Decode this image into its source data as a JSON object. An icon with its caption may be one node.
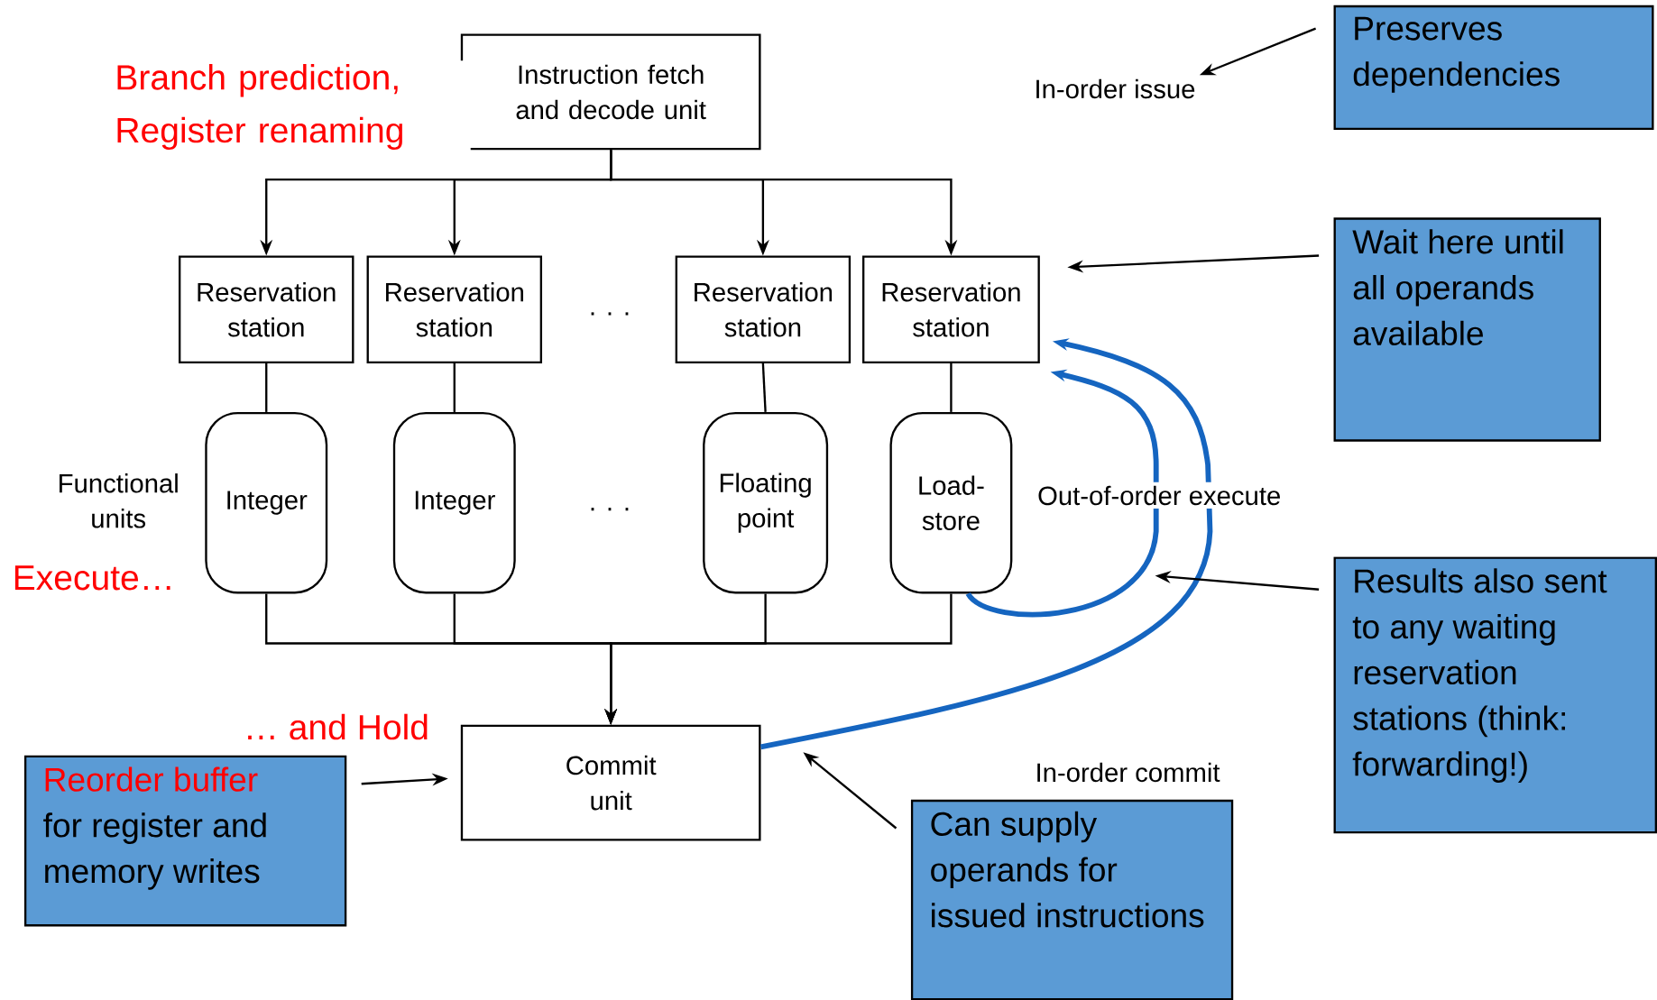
{
  "diagram": {
    "nodes": [
      {
        "text": [
          "Instruction fetch and decode unit"
        ]
      },
      {
        "text": [
          "Reservation station"
        ]
      },
      {
        "text": [
          "Reservation station"
        ]
      },
      {
        "text": [
          "Reservation station"
        ]
      },
      {
        "text": [
          "Reservation station"
        ]
      },
      {
        "text": [
          "Integer"
        ]
      },
      {
        "text": [
          "Integer"
        ]
      },
      {
        "text": [
          "Floating point"
        ]
      },
      {
        "text": [
          "Load-store"
        ]
      },
      {
        "text": [
          "Commit unit"
        ]
      },
      {
        "text": [
          "In-order issue"
        ]
      },
      {
        "text": [
          "Preserves dependencies"
        ]
      },
      {
        "text": [
          "Wait here until all operands available"
        ]
      },
      {
        "text": [
          "Results also sent to any waiting reservation stations (think: forwarding!)"
        ]
      },
      {
        "text": [
          "Reorder buffer",
          "for register and memory writes"
        ]
      },
      {
        "text": [
          "Can supply operands for issued instructions"
        ]
      }
    ],
    "edges": [
      {
        "from": 0,
        "to": 1,
        "arrow": "to"
      },
      {
        "from": 0,
        "to": 2,
        "arrow": "to"
      },
      {
        "from": 0,
        "to": 3,
        "arrow": "to"
      },
      {
        "from": 0,
        "to": 4,
        "arrow": "to"
      },
      {
        "from": 1,
        "to": 5,
        "arrow": "none"
      },
      {
        "from": 2,
        "to": 6,
        "arrow": "none"
      },
      {
        "from": 3,
        "to": 7,
        "arrow": "none"
      },
      {
        "from": 4,
        "to": 8,
        "arrow": "none"
      },
      {
        "from": 5,
        "to": 9,
        "arrow": "to"
      },
      {
        "from": 6,
        "to": 9,
        "arrow": "to"
      },
      {
        "from": 7,
        "to": 9,
        "arrow": "to"
      },
      {
        "from": 8,
        "to": 9,
        "arrow": "to"
      },
      {
        "from": 8,
        "to": 4,
        "arrow": "to",
        "style": "thick",
        "color": "#1565c0"
      },
      {
        "from": 9,
        "to": 4,
        "arrow": "to",
        "style": "thick",
        "color": "#1565c0"
      },
      {
        "from": 11,
        "to": 10,
        "arrow": "to"
      },
      {
        "from": 12,
        "to": 4,
        "arrow": "to"
      },
      {
        "from": 13,
        "to": null,
        "arrow": "to"
      },
      {
        "from": 14,
        "to": 9,
        "arrow": "to"
      },
      {
        "from": 15,
        "to": null,
        "arrow": "to"
      }
    ],
    "labels": [
      "Branch prediction, Register renaming",
      ". . .",
      "Functional units",
      ". . .",
      "Out-of-order execute",
      "Execute…",
      "… and Hold",
      "In-order commit"
    ]
  }
}
